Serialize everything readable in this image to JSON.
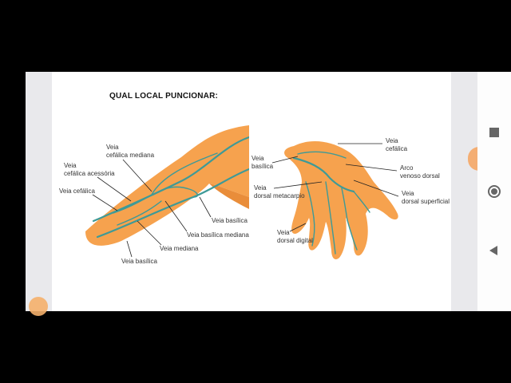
{
  "page": {
    "title": "QUAL LOCAL PUNCIONAR:"
  },
  "arm_figure": {
    "labels": {
      "cefalica_mediana_1": "Veia",
      "cefalica_mediana_2": "cefálica mediana",
      "cefalica_acessoria_1": "Veia",
      "cefalica_acessoria_2": "cefálica acessória",
      "cefalica": "Veia cefálica",
      "basilica_upper": "Veia basílica",
      "basilica_mediana": "Veia basílica mediana",
      "mediana": "Veia mediana",
      "basilica_lower": "Veia basílica"
    }
  },
  "hand_figure": {
    "labels": {
      "basilica_1": "Veia",
      "basilica_2": "basílica",
      "cefalica_1": "Veia",
      "cefalica_2": "cefálica",
      "arco_1": "Arco",
      "arco_2": "venoso dorsal",
      "dorsal_metacarpio_1": "Veia",
      "dorsal_metacarpio_2": "dorsal metacarpio",
      "dorsal_superficial_1": "Veia",
      "dorsal_superficial_2": "dorsal superficial",
      "dorsal_digital_1": "Veia",
      "dorsal_digital_2": "dorsal digital"
    }
  },
  "nav": {
    "recent_icon": "square-icon",
    "home_icon": "circle-icon",
    "back_icon": "triangle-icon"
  },
  "colors": {
    "skin": "#f6a24e",
    "vein": "#3e9a97",
    "nav_icon": "#666666"
  }
}
